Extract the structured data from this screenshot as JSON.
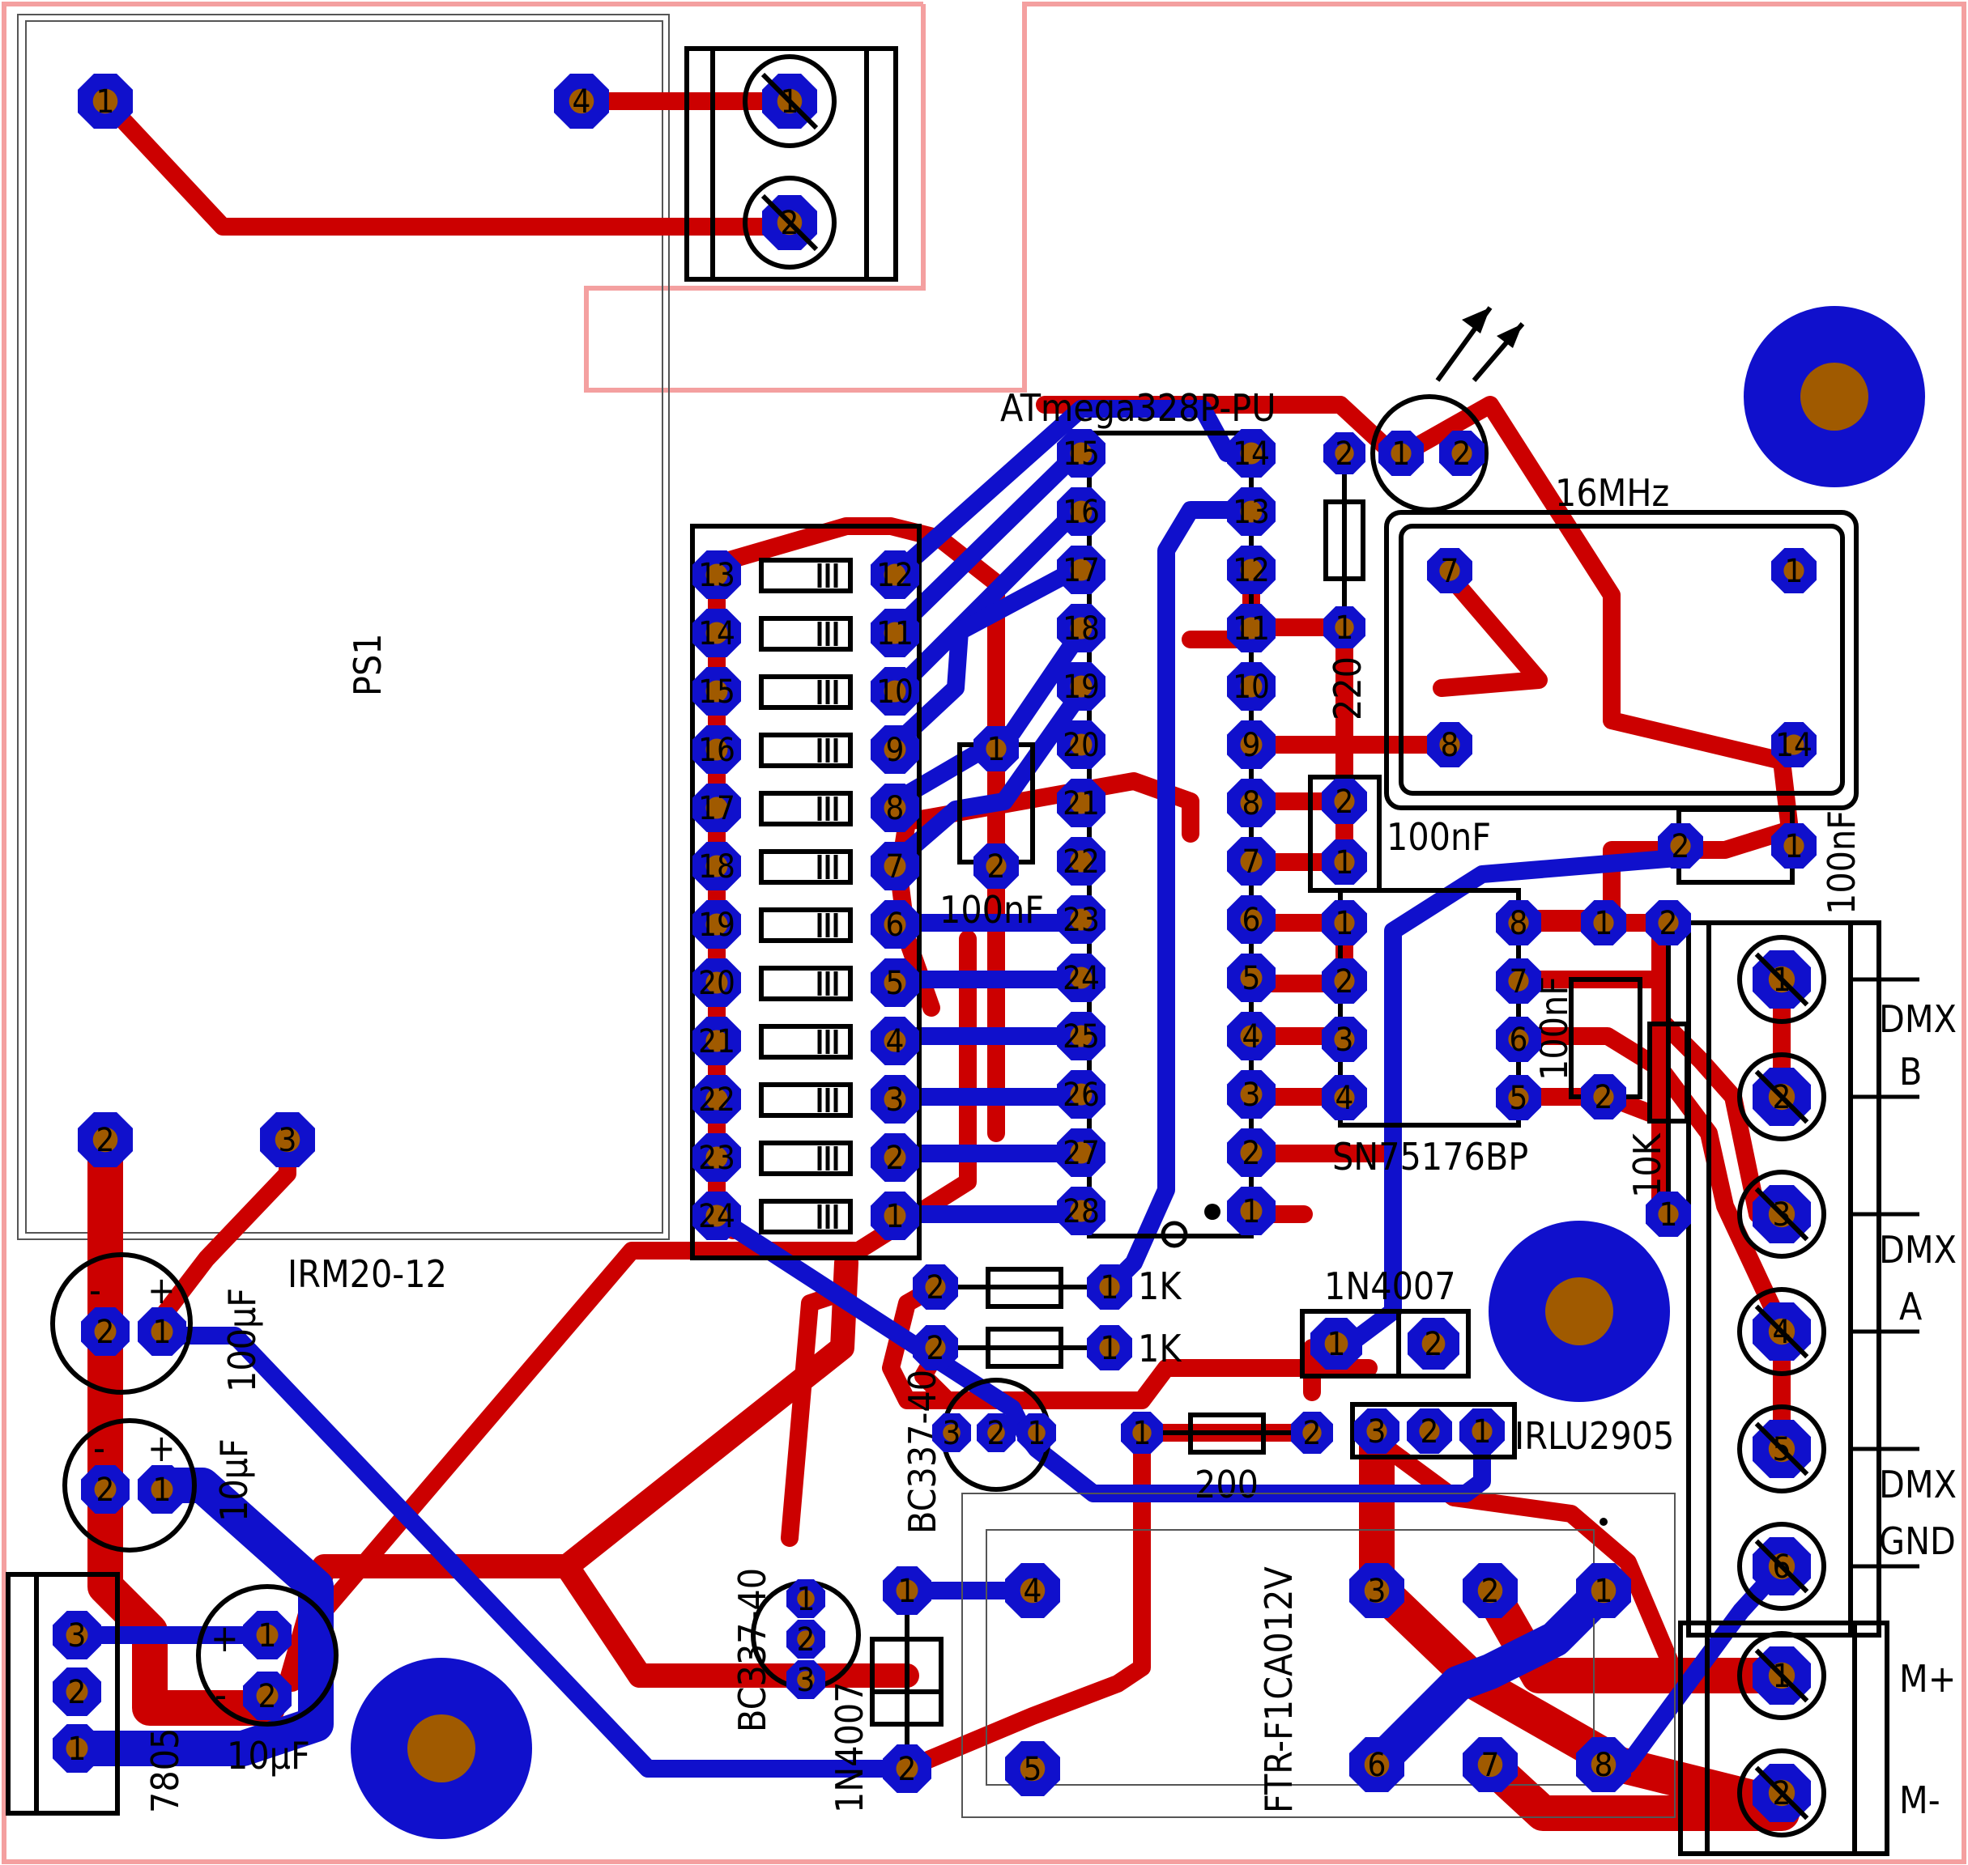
{
  "colors": {
    "top_copper": "#cc0000",
    "bottom_copper": "#1010cc",
    "drill": "#a05a00",
    "silkscreen": "#000000",
    "board_outline": "#f4a0a0"
  },
  "components": {
    "ps1": {
      "name": "PS1",
      "value": "IRM20-12",
      "pins": [
        "1",
        "4",
        "2",
        "3"
      ]
    },
    "mcu": {
      "name": "ATmega328P-PU"
    },
    "crystal": {
      "value": "16MHz",
      "pins": [
        "7",
        "1",
        "8",
        "14"
      ]
    },
    "transceiver": {
      "name": "SN75176BP",
      "pins": [
        "1",
        "2",
        "3",
        "4",
        "8",
        "7",
        "6",
        "5"
      ]
    },
    "regulator": {
      "name": "7805",
      "pins": [
        "3",
        "2",
        "1"
      ]
    },
    "relay": {
      "name": "FTR-F1CA012V",
      "pins": [
        "3",
        "2",
        "1",
        "6",
        "7",
        "8"
      ]
    },
    "mosfet": {
      "name": "IRLU2905",
      "pins": [
        "3",
        "2",
        "1"
      ]
    },
    "transistor1": {
      "name": "BC337-40",
      "pins": [
        "3",
        "2",
        "1"
      ]
    },
    "transistor2": {
      "name": "BC337-40",
      "pins": [
        "1",
        "2",
        "3"
      ]
    },
    "diode1": {
      "name": "1N4007"
    },
    "diode2": {
      "name": "1N4007"
    },
    "r_220": {
      "value": "220"
    },
    "r_1k_a": {
      "value": "1K"
    },
    "r_1k_b": {
      "value": "1K"
    },
    "r_200": {
      "value": "200"
    },
    "r_10k": {
      "value": "10K"
    },
    "c_100u": {
      "value": "100µF"
    },
    "c_10u_a": {
      "value": "10µF"
    },
    "c_10u_b": {
      "value": "10µF"
    },
    "c_100n_a": {
      "value": "100nF"
    },
    "c_100n_b": {
      "value": "100nF"
    },
    "c_100n_c": {
      "value": "100nF"
    },
    "c_100n_d": {
      "value": "100nF"
    }
  },
  "dip_switch": {
    "left_pins": [
      "13",
      "14",
      "15",
      "16",
      "17",
      "18",
      "19",
      "20",
      "21",
      "22",
      "23",
      "24"
    ],
    "right_pins": [
      "12",
      "11",
      "10",
      "9",
      "8",
      "7",
      "6",
      "5",
      "4",
      "3",
      "2",
      "1"
    ]
  },
  "mcu_pins": {
    "left": [
      "15",
      "16",
      "17",
      "18",
      "19",
      "20",
      "21",
      "22",
      "23",
      "24",
      "25",
      "26",
      "27",
      "28"
    ],
    "right": [
      "14",
      "13",
      "12",
      "11",
      "10",
      "9",
      "8",
      "7",
      "6",
      "5",
      "4",
      "3",
      "2",
      "1"
    ]
  },
  "terminals": {
    "power_in": [
      "1",
      "2"
    ],
    "dmx": [
      "1",
      "2",
      "3",
      "4",
      "5",
      "6"
    ],
    "motor": [
      "1",
      "2"
    ]
  },
  "terminal_labels": {
    "dmx_b": [
      "DMX",
      "B"
    ],
    "dmx_a": [
      "DMX",
      "A"
    ],
    "dmx_gnd": [
      "DMX",
      "GND"
    ],
    "m_plus": "M+",
    "m_minus": "M-"
  },
  "cap_marks": {
    "plus": "+",
    "minus": "-"
  }
}
